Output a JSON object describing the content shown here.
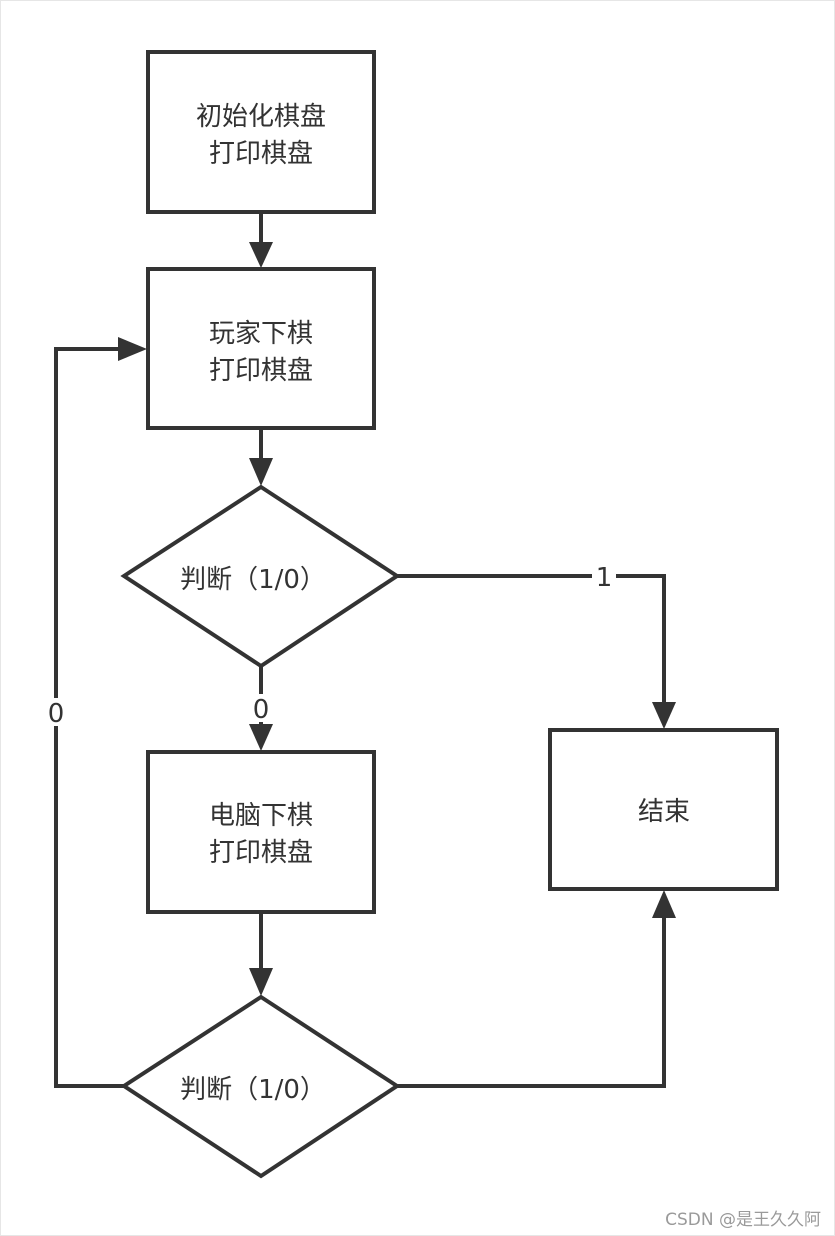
{
  "nodes": {
    "init": {
      "line1": "初始化棋盘",
      "line2": "打印棋盘"
    },
    "player": {
      "line1": "玩家下棋",
      "line2": "打印棋盘"
    },
    "judge1": {
      "label": "判断（1/0）"
    },
    "computer": {
      "line1": "电脑下棋",
      "line2": "打印棋盘"
    },
    "end": {
      "label": "结束"
    },
    "judge2": {
      "label": "判断（1/0）"
    }
  },
  "edges": {
    "judge1_to_end": "1",
    "judge1_to_computer": "0",
    "judge2_loop_back": "0"
  },
  "watermark": "CSDN @是王久久阿",
  "colors": {
    "stroke": "#333333",
    "text": "#333333",
    "background": "#ffffff"
  }
}
